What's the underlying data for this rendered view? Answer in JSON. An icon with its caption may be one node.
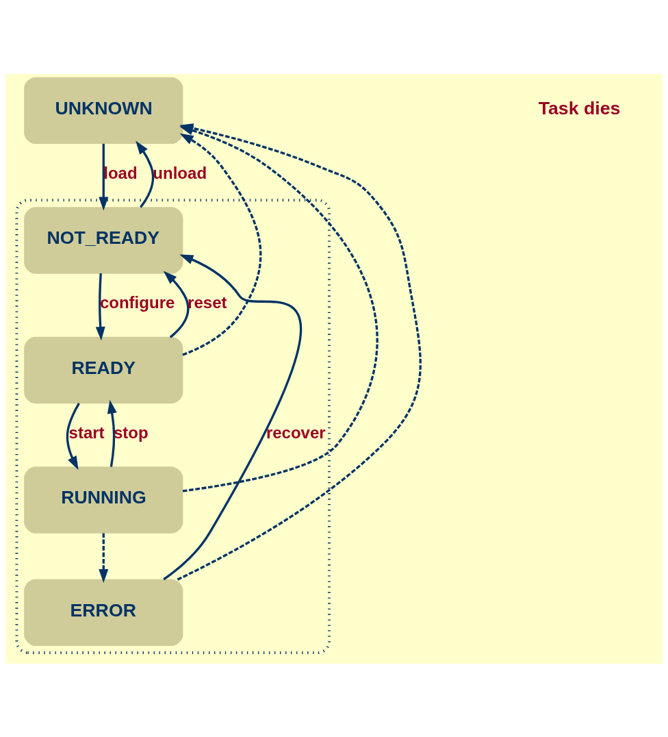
{
  "diagram": {
    "nodes": [
      {
        "text": [
          "UNKNOWN"
        ]
      },
      {
        "text": [],
        "shape": "box"
      },
      {
        "text": [
          "NOT_READY"
        ],
        "in": 1
      },
      {
        "text": [
          "READY"
        ],
        "in": 1
      },
      {
        "text": [
          "RUNNING"
        ],
        "in": 1
      },
      {
        "text": [
          "ERROR"
        ],
        "in": 1
      }
    ],
    "edges": [
      {
        "from": 0,
        "to": 2,
        "arrow": "to",
        "label": "load"
      },
      {
        "from": 2,
        "to": 0,
        "arrow": "to",
        "label": "unload"
      },
      {
        "from": 2,
        "to": 3,
        "arrow": "to",
        "label": "configure"
      },
      {
        "from": 3,
        "to": 2,
        "arrow": "to",
        "label": "reset"
      },
      {
        "from": 3,
        "to": 4,
        "arrow": "to",
        "label": "start"
      },
      {
        "from": 4,
        "to": 3,
        "arrow": "to",
        "label": "stop"
      },
      {
        "from": 5,
        "to": 2,
        "arrow": "to",
        "label": "recover"
      },
      {
        "from": 4,
        "to": 5,
        "arrow": "to",
        "style": "dashed"
      },
      {
        "from": 3,
        "to": 0,
        "arrow": "to",
        "style": "dashed"
      },
      {
        "from": 4,
        "to": 0,
        "arrow": "to",
        "style": "dashed"
      },
      {
        "from": 5,
        "to": 0,
        "arrow": "to",
        "style": "dashed"
      }
    ],
    "labels": [
      "Task dies"
    ]
  }
}
